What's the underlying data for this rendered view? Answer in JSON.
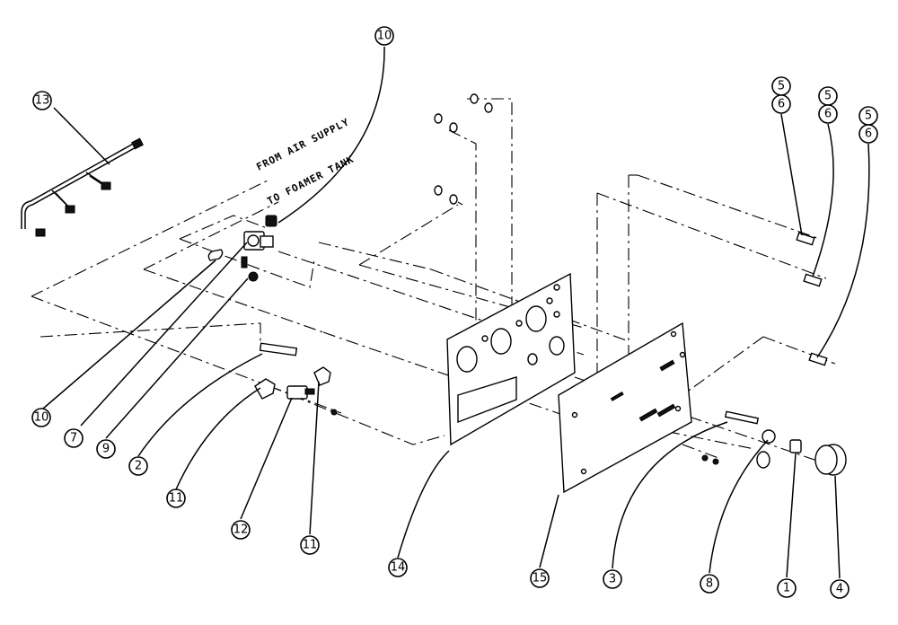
{
  "notes": {
    "from_air_supply": "FROM AIR SUPPLY",
    "to_foamer_tank": "TO FOAMER TANK"
  },
  "balloons": {
    "b1": "1",
    "b2": "2",
    "b3": "3",
    "b4": "4",
    "b5a": "5",
    "b5b": "5",
    "b5c": "5",
    "b6a": "6",
    "b6b": "6",
    "b6c": "6",
    "b7": "7",
    "b8": "8",
    "b9": "9",
    "b10top": "10",
    "b10left": "10",
    "b11a": "11",
    "b11b": "11",
    "b12": "12",
    "b13": "13",
    "b14": "14",
    "b15": "15"
  }
}
